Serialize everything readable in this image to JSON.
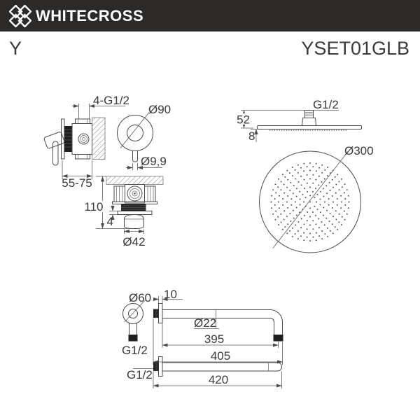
{
  "header": {
    "brand": "WHITECROSS",
    "background": "#2b2a29",
    "text_color": "#ffffff"
  },
  "title": {
    "series": "Y",
    "model": "YSET01GLB",
    "text_color": "#3b3b3b"
  },
  "drawing": {
    "line_color": "#4a4a4a",
    "text_color": "#3a3a3a",
    "mixer_side_view": {
      "ports_thread": "4-G1/2",
      "mount_depth_range": "55-75"
    },
    "mixer_face_view": {
      "escutcheon_diameter": "Ø90",
      "stem_diameter": "Ø9,9"
    },
    "mixer_front_view": {
      "total_height": "110",
      "plate_thickness": "4",
      "handle_diameter": "Ø42"
    },
    "shower_head_side_view": {
      "connector_thread": "G1/2",
      "connector_height": "52",
      "plate_thickness": "8"
    },
    "shower_head_face_view": {
      "diameter": "Ø300"
    },
    "arm_end_view": {
      "escutcheon_diameter": "Ø60",
      "thread": "G1/2"
    },
    "arm_side_view": {
      "flange_depth": "10",
      "tube_diameter": "Ø22",
      "horizontal_length": "395",
      "total_length": "405"
    },
    "straight_arm_view": {
      "thread": "G1/2",
      "length": "420"
    }
  }
}
